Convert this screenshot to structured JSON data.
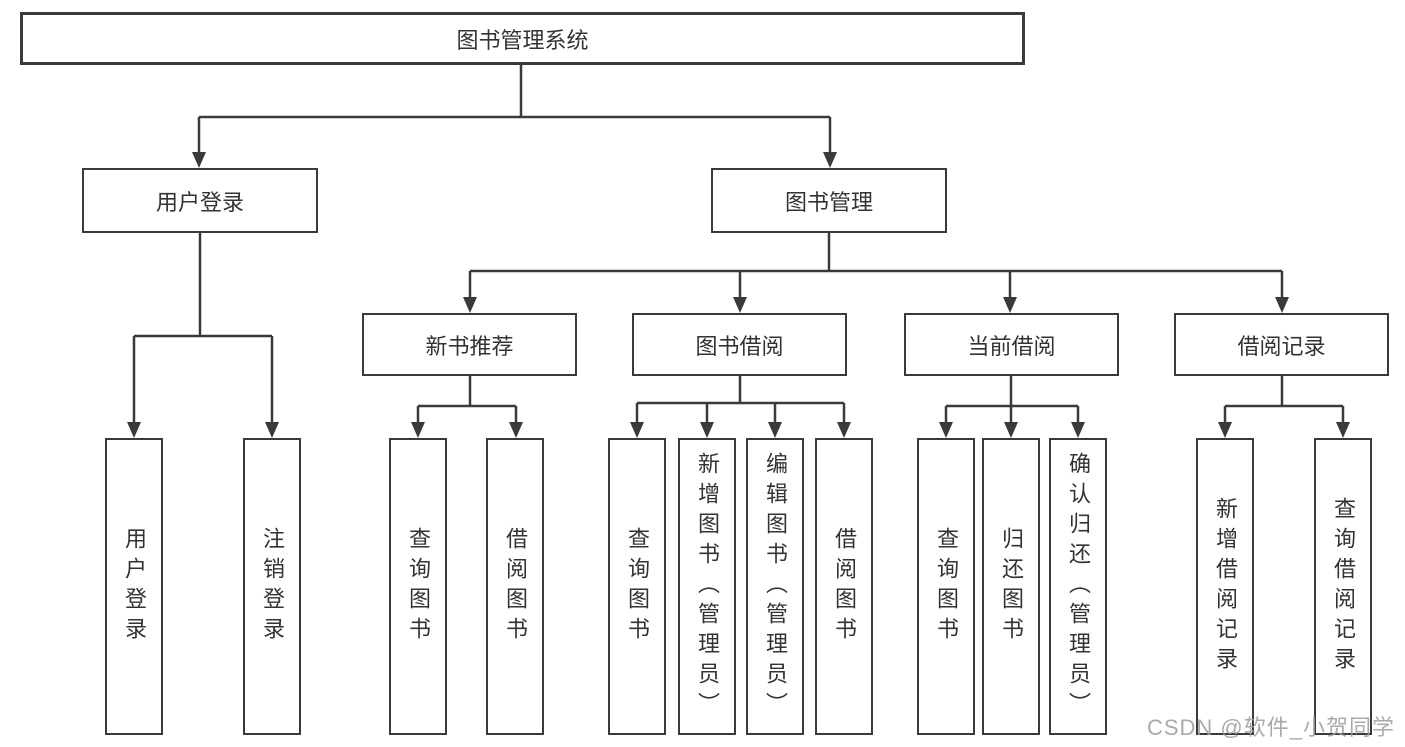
{
  "colors": {
    "line": "#3a3a3a",
    "box_bg": "#ffffff",
    "text": "#333333",
    "background": "#ffffff",
    "watermark": "#9c9c9c"
  },
  "tree": {
    "root": {
      "label": "图书管理系统"
    },
    "login_branch": {
      "label": "用户登录",
      "leaves": [
        "用户登录",
        "注销登录"
      ]
    },
    "mgmt_branch": {
      "label": "图书管理",
      "groups": [
        {
          "label": "新书推荐",
          "leaves": [
            "查询图书",
            "借阅图书"
          ]
        },
        {
          "label": "图书借阅",
          "leaves": [
            "查询图书",
            "新增图书（管理员）",
            "编辑图书（管理员）",
            "借阅图书"
          ]
        },
        {
          "label": "当前借阅",
          "leaves": [
            "查询图书",
            "归还图书",
            "确认归还（管理员）"
          ]
        },
        {
          "label": "借阅记录",
          "leaves": [
            "新增借阅记录",
            "查询借阅记录"
          ]
        }
      ]
    }
  },
  "watermark": {
    "text": "CSDN @软件_小贺同学"
  }
}
